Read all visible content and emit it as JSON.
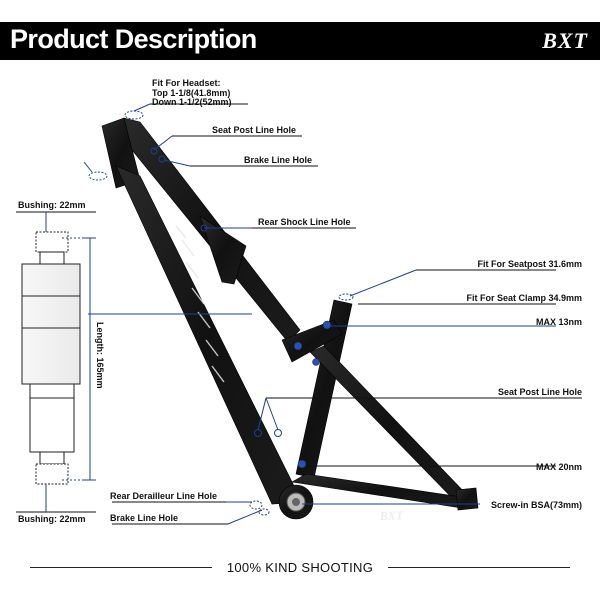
{
  "header": {
    "title": "Product Description",
    "brand": "BXT"
  },
  "headset": {
    "line1": "Fit For Headset:",
    "line2": "Top 1-1/8(41.8mm)",
    "line3": "Down 1-1/2(52mm)"
  },
  "labels": {
    "seat_post_line_hole_top": "Seat Post Line Hole",
    "brake_line_hole_top": "Brake Line Hole",
    "rear_shock_line_hole": "Rear Shock Line Hole",
    "fit_for_seatpost": "Fit For Seatpost 31.6mm",
    "fit_for_seat_clamp": "Fit For Seat Clamp 34.9mm",
    "max_13nm": "MAX 13nm",
    "seat_post_line_hole_bottom": "Seat Post Line Hole",
    "max_20nm": "MAX 20nm",
    "screw_in_bsa": "Screw-in BSA(73mm)",
    "rear_derailleur_line_hole": "Rear Derailleur Line Hole",
    "brake_line_hole_bottom": "Brake Line Hole"
  },
  "shock": {
    "bushing_top": "Bushing: 22mm",
    "bushing_bottom": "Bushing: 22mm",
    "length": "Length: 165mm"
  },
  "frame_logo": "BXT",
  "footer": {
    "text": "100% KIND SHOOTING"
  },
  "colors": {
    "header_bg": "#000000",
    "callout_blue": "#1f3f8f",
    "frame": "#161616"
  }
}
